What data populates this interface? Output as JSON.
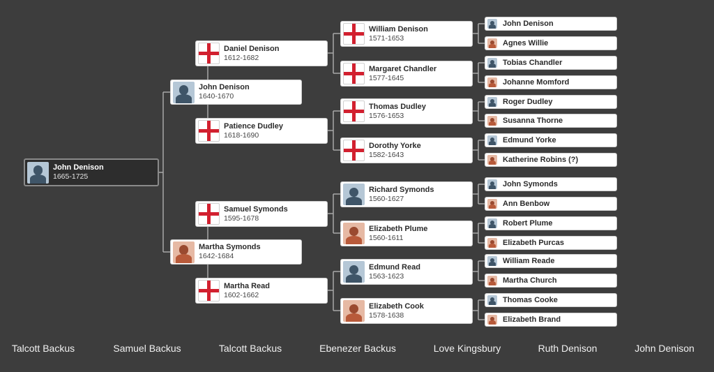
{
  "root": {
    "name": "John Denison",
    "dates": "1665-1725"
  },
  "gen1": [
    {
      "name": "John Denison",
      "dates": "1640-1670",
      "icon": "male"
    },
    {
      "name": "Martha Symonds",
      "dates": "1642-1684",
      "icon": "female"
    }
  ],
  "gen2": [
    {
      "name": "Daniel Denison",
      "dates": "1612-1682",
      "icon": "flag"
    },
    {
      "name": "Patience Dudley",
      "dates": "1618-1690",
      "icon": "flag"
    },
    {
      "name": "Samuel Symonds",
      "dates": "1595-1678",
      "icon": "flag"
    },
    {
      "name": "Martha Read",
      "dates": "1602-1662",
      "icon": "flag"
    }
  ],
  "gen3": [
    {
      "name": "William Denison",
      "dates": "1571-1653",
      "icon": "flag"
    },
    {
      "name": "Margaret Chandler",
      "dates": "1577-1645",
      "icon": "flag"
    },
    {
      "name": "Thomas Dudley",
      "dates": "1576-1653",
      "icon": "flag"
    },
    {
      "name": "Dorothy Yorke",
      "dates": "1582-1643",
      "icon": "flag"
    },
    {
      "name": "Richard Symonds",
      "dates": "1560-1627",
      "icon": "male"
    },
    {
      "name": "Elizabeth Plume",
      "dates": "1560-1611",
      "icon": "female"
    },
    {
      "name": "Edmund Read",
      "dates": "1563-1623",
      "icon": "male"
    },
    {
      "name": "Elizabeth Cook",
      "dates": "1578-1638",
      "icon": "female"
    }
  ],
  "gen4": [
    {
      "name": "John Denison",
      "icon": "male"
    },
    {
      "name": "Agnes Willie",
      "icon": "female"
    },
    {
      "name": "Tobias Chandler",
      "icon": "male"
    },
    {
      "name": "Johanne Momford",
      "icon": "female"
    },
    {
      "name": "Roger Dudley",
      "icon": "male"
    },
    {
      "name": "Susanna Thorne",
      "icon": "female"
    },
    {
      "name": "Edmund Yorke",
      "icon": "male"
    },
    {
      "name": "Katherine Robins (?)",
      "icon": "female"
    },
    {
      "name": "John Symonds",
      "icon": "male"
    },
    {
      "name": "Ann Benbow",
      "icon": "female"
    },
    {
      "name": "Robert Plume",
      "icon": "male"
    },
    {
      "name": "Elizabeth Purcas",
      "icon": "female"
    },
    {
      "name": "William Reade",
      "icon": "male"
    },
    {
      "name": "Martha Church",
      "icon": "female"
    },
    {
      "name": "Thomas Cooke",
      "icon": "male"
    },
    {
      "name": "Elizabeth Brand",
      "icon": "female"
    }
  ],
  "descendants": [
    "Talcott Backus",
    "Samuel Backus",
    "Talcott Backus",
    "Ebenezer Backus",
    "Love Kingsbury",
    "Ruth Denison",
    "John Denison"
  ],
  "colors": {
    "background": "#3d3d3d",
    "line": "#a8a8a8",
    "flag_cross": "#d2202f",
    "selected_card": "#2d2d2d"
  }
}
